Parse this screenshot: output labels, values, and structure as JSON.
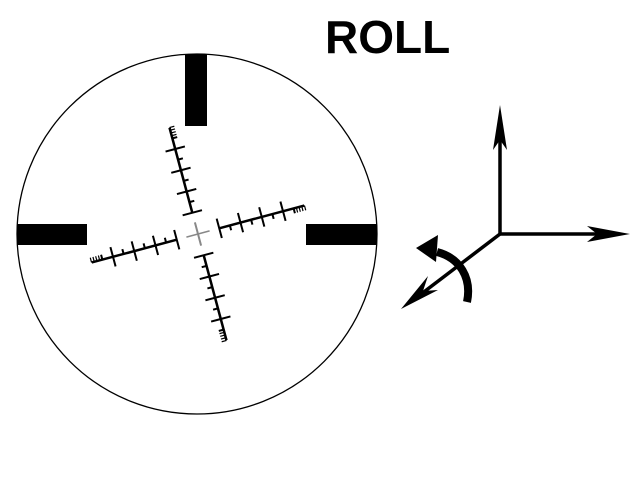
{
  "title": "ROLL",
  "reticle": {
    "rotation_deg": -15,
    "major_ticks_per_arm": 4,
    "minor_ticks_per_arm": 4
  },
  "axes": {
    "arrows": [
      "up",
      "right",
      "forward-left"
    ],
    "rotation_arrow": "counterclockwise-roll"
  },
  "colors": {
    "ink": "#000000",
    "background": "#ffffff",
    "center_cross": "#888888"
  }
}
